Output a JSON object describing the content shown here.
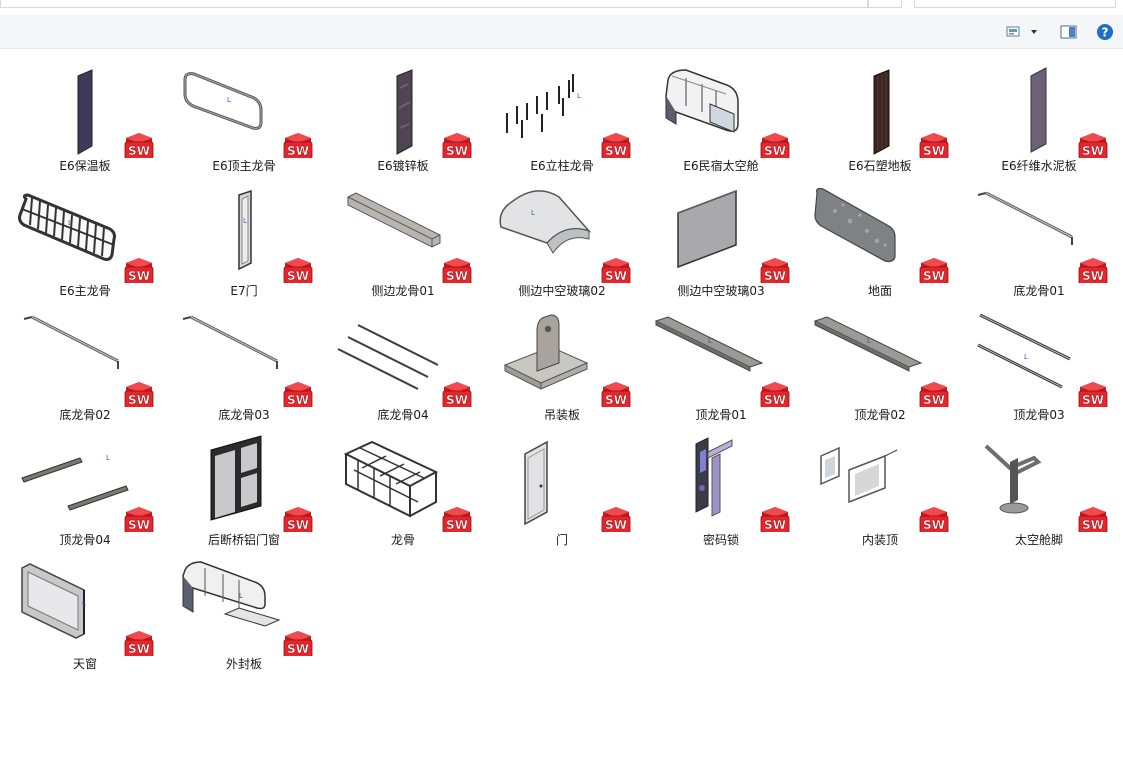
{
  "window": {
    "help_label": "?"
  },
  "file_badge": {
    "text": "SW",
    "color": "#e8252b"
  },
  "files": [
    {
      "label": "E6保温板",
      "icon": "panel-dark-icon"
    },
    {
      "label": "E6顶主龙骨",
      "icon": "rounded-frame-icon"
    },
    {
      "label": "E6镀锌板",
      "icon": "panel-stone-icon"
    },
    {
      "label": "E6立柱龙骨",
      "icon": "posts-icon"
    },
    {
      "label": "E6民宿太空舱",
      "icon": "capsule-icon"
    },
    {
      "label": "E6石塑地板",
      "icon": "panel-wood-icon"
    },
    {
      "label": "E6纤维水泥板",
      "icon": "panel-mauve-icon"
    },
    {
      "label": "E6主龙骨",
      "icon": "cage-frame-icon"
    },
    {
      "label": "E7门",
      "icon": "door-frame-icon"
    },
    {
      "label": "侧边龙骨01",
      "icon": "beam-icon"
    },
    {
      "label": "侧边中空玻璃02",
      "icon": "curved-glass-icon"
    },
    {
      "label": "侧边中空玻璃03",
      "icon": "flat-glass-icon"
    },
    {
      "label": "地面",
      "icon": "floor-panel-icon"
    },
    {
      "label": "底龙骨01",
      "icon": "rod-icon"
    },
    {
      "label": "底龙骨02",
      "icon": "rod-icon"
    },
    {
      "label": "底龙骨03",
      "icon": "rod-icon"
    },
    {
      "label": "底龙骨04",
      "icon": "triple-rod-icon"
    },
    {
      "label": "吊装板",
      "icon": "lifting-plate-icon"
    },
    {
      "label": "顶龙骨01",
      "icon": "channel-icon"
    },
    {
      "label": "顶龙骨02",
      "icon": "channel-icon"
    },
    {
      "label": "顶龙骨03",
      "icon": "double-rod-icon"
    },
    {
      "label": "顶龙骨04",
      "icon": "double-bar-icon"
    },
    {
      "label": "后断桥铝门窗",
      "icon": "window-door-icon"
    },
    {
      "label": "龙骨",
      "icon": "skeleton-icon"
    },
    {
      "label": "门",
      "icon": "door-icon"
    },
    {
      "label": "密码锁",
      "icon": "lock-icon"
    },
    {
      "label": "内装顶",
      "icon": "ceiling-parts-icon"
    },
    {
      "label": "太空舱脚",
      "icon": "foot-icon"
    },
    {
      "label": "天窗",
      "icon": "skylight-icon"
    },
    {
      "label": "外封板",
      "icon": "outer-panel-icon"
    }
  ]
}
